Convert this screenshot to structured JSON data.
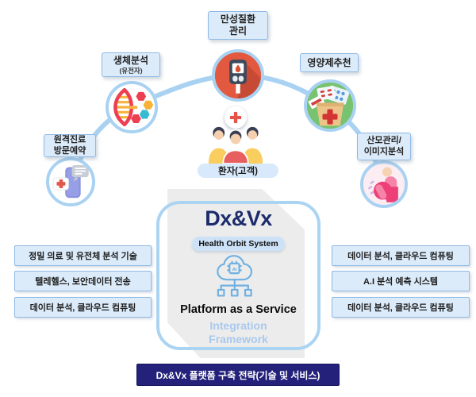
{
  "colors": {
    "orbit_blue": "#a9d2f2",
    "label_box_bg": "#dcebf9",
    "label_box_border": "#8fb9e4",
    "brand_navy": "#1b2b6b",
    "banner_navy": "#23217a",
    "framework_blue": "#a9c9ee",
    "chronic_red": "#e2593f",
    "supplement_green": "#77c36f",
    "maternal_pink": "#ee4078"
  },
  "orbit": {
    "nodes": [
      {
        "id": "chronic-care",
        "line1": "만성질환",
        "line2": "관리",
        "icon": "glucose-meter-icon"
      },
      {
        "id": "bio-analysis",
        "line1": "생체분석",
        "line2": "(유전자)",
        "icon": "dna-icon"
      },
      {
        "id": "supplement",
        "line1": "영양제추천",
        "line2": "",
        "icon": "supplements-bag-icon"
      },
      {
        "id": "telemedicine",
        "line1": "원격진료",
        "line2": "방문예약",
        "icon": "phone-chat-icon"
      },
      {
        "id": "maternal-care",
        "line1": "산모관리/",
        "line2": "이미지분석",
        "icon": "pregnant-woman-icon"
      }
    ],
    "patient_label": "환자(고객)"
  },
  "card": {
    "brand": "Dx&Vx",
    "badge": "Health Orbit System",
    "platform": "Platform as a Service",
    "framework_line1": "Integration",
    "framework_line2": "Framework"
  },
  "left_capabilities": [
    "정밀 의료 및 유전체 분석 기술",
    "텔레헬스, 보안데이터 전송",
    "데이터 분석, 클라우드 컴퓨팅"
  ],
  "right_capabilities": [
    "데이터 분석, 클라우드 컴퓨팅",
    "A.I 분석 예측 시스템",
    "데이터 분석, 클라우드 컴퓨팅"
  ],
  "footer": {
    "banner": "Dx&Vx 플랫폼 구축 전략(기술 및 서비스)"
  }
}
